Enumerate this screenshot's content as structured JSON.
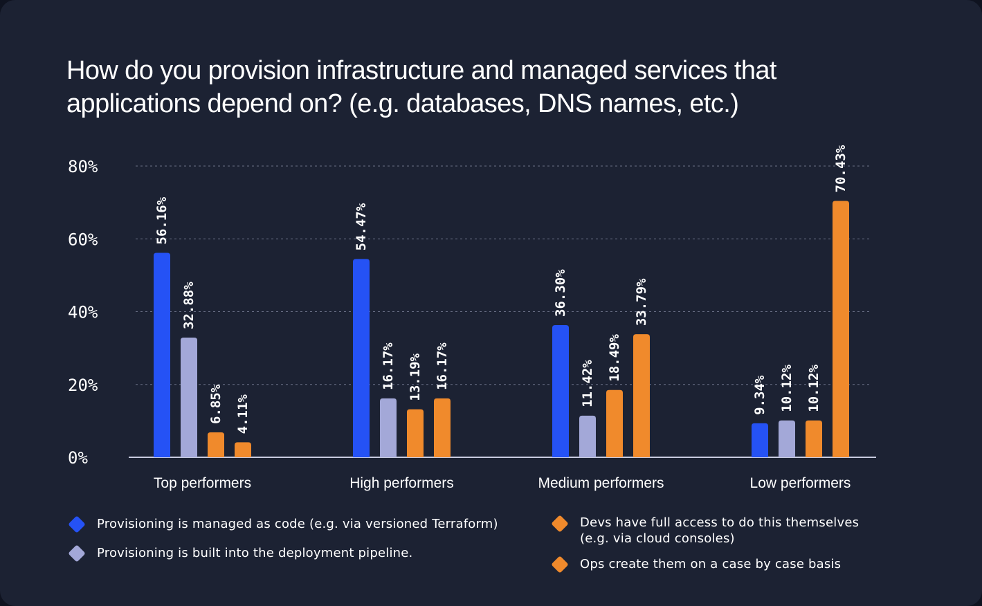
{
  "chart_data": {
    "type": "bar",
    "title": [
      "How do you provision infrastructure and managed services that",
      "applications depend on? (e.g. databases, DNS names, etc.)"
    ],
    "categories": [
      "Top performers",
      "High performers",
      "Medium performers",
      "Low performers"
    ],
    "ylim": [
      0,
      80
    ],
    "yticks": [
      "0%",
      "20%",
      "40%",
      "60%",
      "80%"
    ],
    "ytick_values": [
      0,
      20,
      40,
      60,
      80
    ],
    "grid": true,
    "legend_position": "bottom",
    "series": [
      {
        "name": "Provisioning is managed as code (e.g. via versioned Terraform)",
        "color": "#2552f5",
        "values": [
          56.16,
          54.47,
          36.3,
          9.34
        ],
        "labels": [
          "56.16%",
          "54.47%",
          "36.30%",
          "9.34%"
        ]
      },
      {
        "name": "Provisioning is built into the deployment pipeline.",
        "color": "#a3a8d8",
        "values": [
          32.88,
          16.17,
          11.42,
          10.12
        ],
        "labels": [
          "32.88%",
          "16.17%",
          "11.42%",
          "10.12%"
        ]
      },
      {
        "name": "Devs have full access to do this themselves (e.g. via cloud consoles)",
        "color": "#f08a2c",
        "values": [
          6.85,
          13.19,
          18.49,
          10.12
        ],
        "labels": [
          "6.85%",
          "13.19%",
          "18.49%",
          "10.12%"
        ]
      },
      {
        "name": "Ops create them on a case by case basis",
        "color": "#f08a2c",
        "values": [
          4.11,
          16.17,
          33.79,
          70.43
        ],
        "labels": [
          "4.11%",
          "16.17%",
          "33.79%",
          "70.43%"
        ]
      }
    ]
  },
  "legend": {
    "items": [
      {
        "lines": [
          "Provisioning is managed as code (e.g. via versioned Terraform)"
        ],
        "color": "#2552f5"
      },
      {
        "lines": [
          "Provisioning is built into the deployment pipeline."
        ],
        "color": "#a3a8d8"
      },
      {
        "lines": [
          "Devs have full access to do this themselves",
          "(e.g. via cloud consoles)"
        ],
        "color": "#f08a2c"
      },
      {
        "lines": [
          "Ops create them on a case by case basis"
        ],
        "color": "#f08a2c"
      }
    ]
  }
}
